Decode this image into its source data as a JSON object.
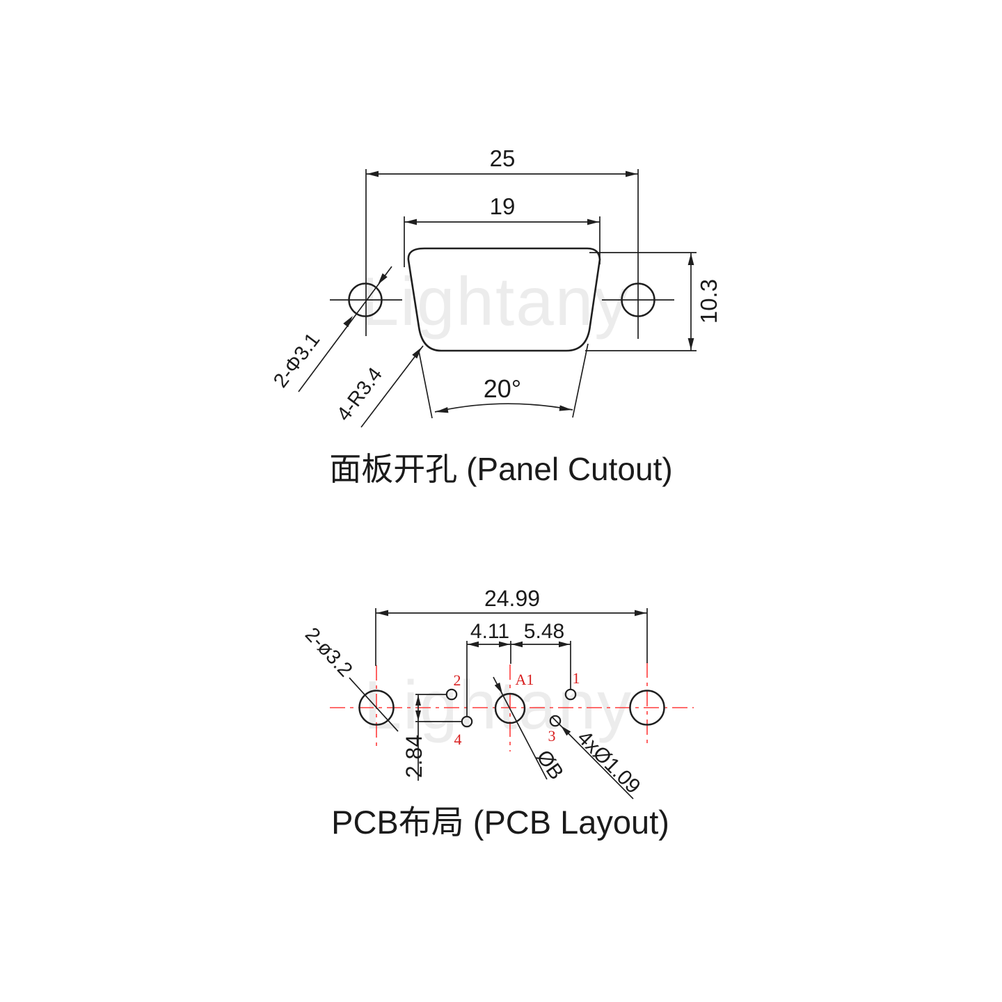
{
  "watermark": {
    "text": "Lightany",
    "color": "#ececec"
  },
  "colors": {
    "line": "#1f1f1f",
    "text": "#1b1b1b",
    "red_line": "#ff3b3b",
    "red_text": "#d81f1f",
    "background": "#ffffff"
  },
  "panel": {
    "title": "面板开孔 (Panel Cutout)",
    "dims": {
      "outer_width": "25",
      "inner_width": "19",
      "height": "10.3",
      "mount_holes": "2-Φ3.1",
      "corner_radius": "4-R3.4",
      "taper_angle": "20°"
    }
  },
  "pcb": {
    "title": "PCB布局 (PCB Layout)",
    "dims": {
      "mount_spacing": "24.99",
      "pitch_left": "4.11",
      "pitch_right": "5.48",
      "row_spacing": "2.84",
      "mount_holes": "2-ø3.2",
      "pin_holes": "4xØ1.09",
      "center_hole_dia": "ØB"
    },
    "pin_labels": {
      "a1": "A1",
      "p1": "1",
      "p2": "2",
      "p3": "3",
      "p4": "4"
    }
  }
}
